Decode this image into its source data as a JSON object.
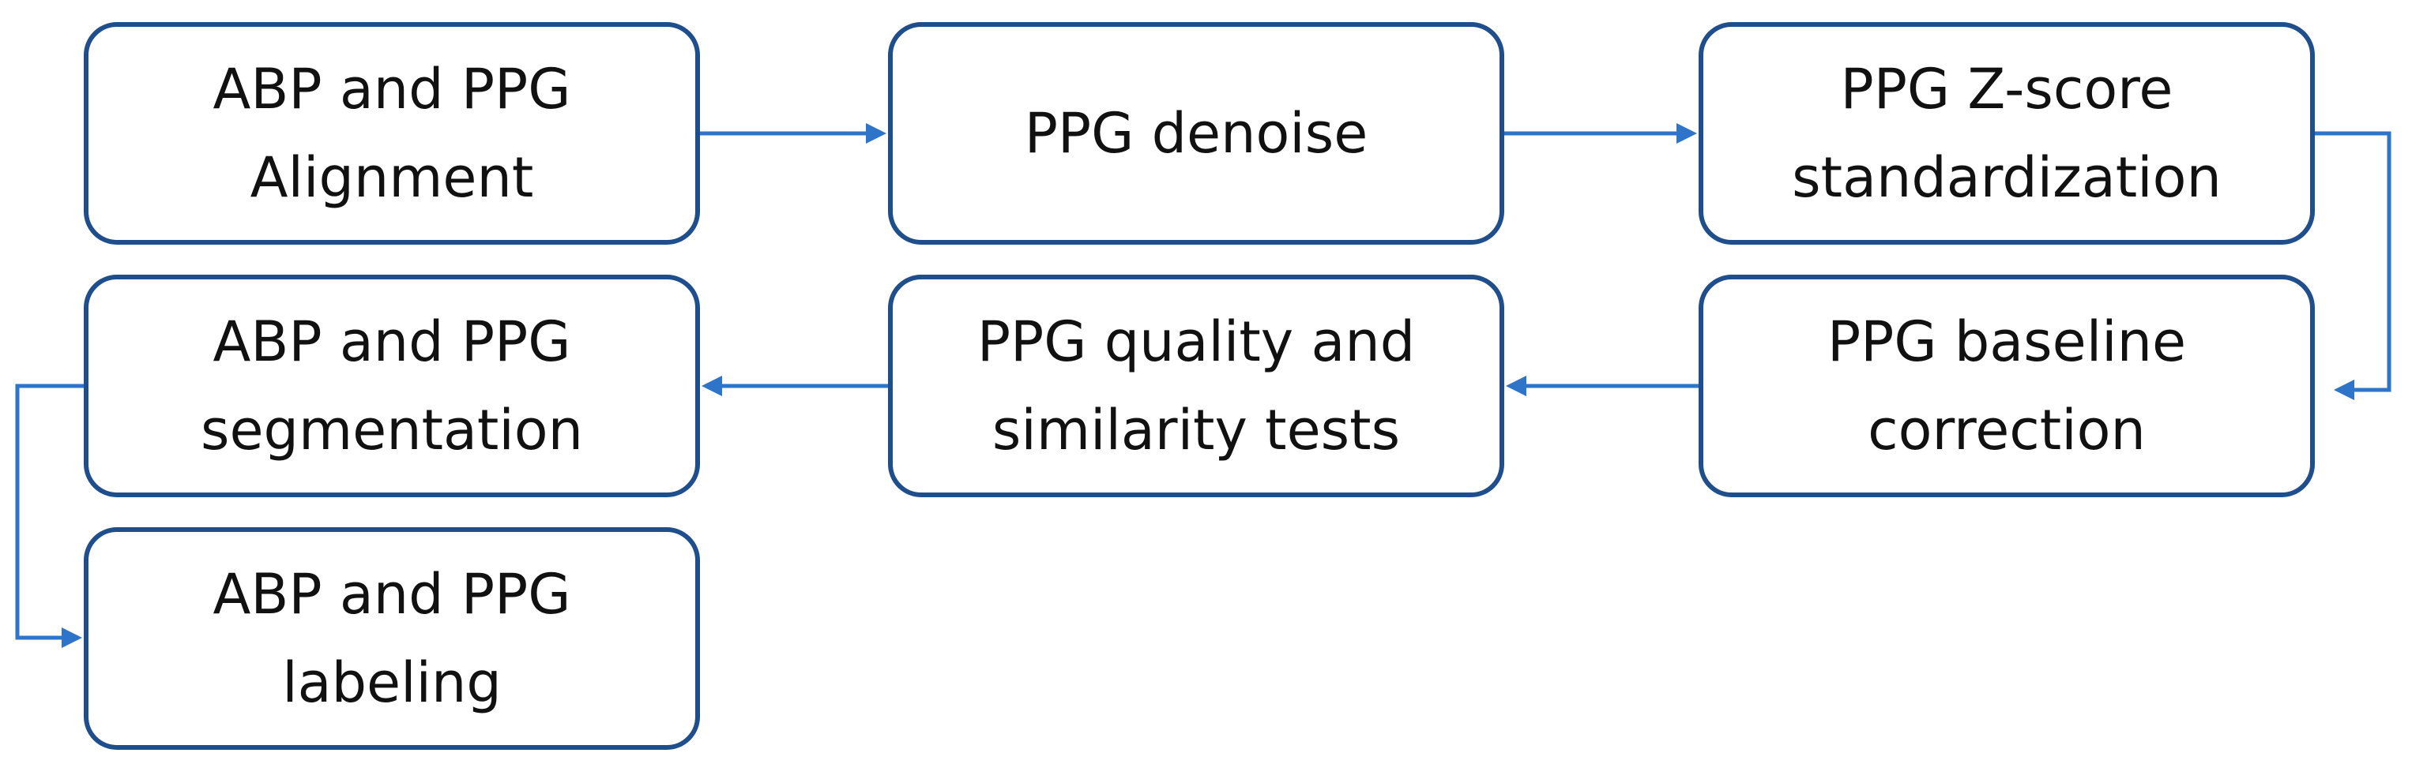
{
  "diagram": {
    "accent_color": "#2e75c9",
    "border_color": "#1f4e8c",
    "nodes": [
      {
        "id": "alignment",
        "label": "ABP and PPG\nAlignment"
      },
      {
        "id": "denoise",
        "label": "PPG denoise"
      },
      {
        "id": "zscore",
        "label": "PPG Z-score\nstandardization"
      },
      {
        "id": "baseline",
        "label": "PPG baseline\ncorrection"
      },
      {
        "id": "quality",
        "label": "PPG quality and\nsimilarity tests"
      },
      {
        "id": "segmentation",
        "label": "ABP and PPG\nsegmentation"
      },
      {
        "id": "labeling",
        "label": "ABP and PPG\nlabeling"
      }
    ],
    "edges": [
      {
        "from": "alignment",
        "to": "denoise"
      },
      {
        "from": "denoise",
        "to": "zscore"
      },
      {
        "from": "zscore",
        "to": "baseline"
      },
      {
        "from": "baseline",
        "to": "quality"
      },
      {
        "from": "quality",
        "to": "segmentation"
      },
      {
        "from": "segmentation",
        "to": "labeling"
      }
    ]
  }
}
